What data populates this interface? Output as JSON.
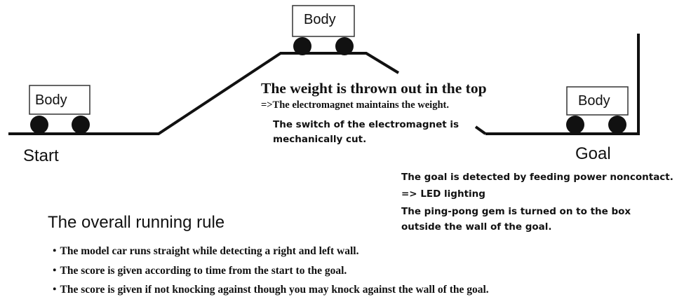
{
  "cars": [
    {
      "label": "Body"
    },
    {
      "label": "Body"
    },
    {
      "label": "Body"
    }
  ],
  "labels": {
    "start": "Start",
    "goal": "Goal"
  },
  "top_notes": {
    "headline": "The weight is thrown out in the top",
    "line2": "=>The electromagnet maintains the weight.",
    "line3": "The switch of the electromagnet is",
    "line4": "mechanically cut."
  },
  "goal_notes": {
    "line1": "The goal is detected by feeding power noncontact.",
    "line2": "=> LED lighting",
    "line3": "The ping-pong gem is turned on to the box",
    "line4": "outside the wall of the goal."
  },
  "rules": {
    "title": "The overall running rule",
    "items": [
      "・The model car runs straight while detecting a right and left wall.",
      "・The score is given according to time from the start to the goal.",
      "・The score is given if not knocking against though you may knock against the wall of the goal."
    ]
  },
  "colors": {
    "ink": "#111111",
    "box_stroke": "#333333"
  }
}
